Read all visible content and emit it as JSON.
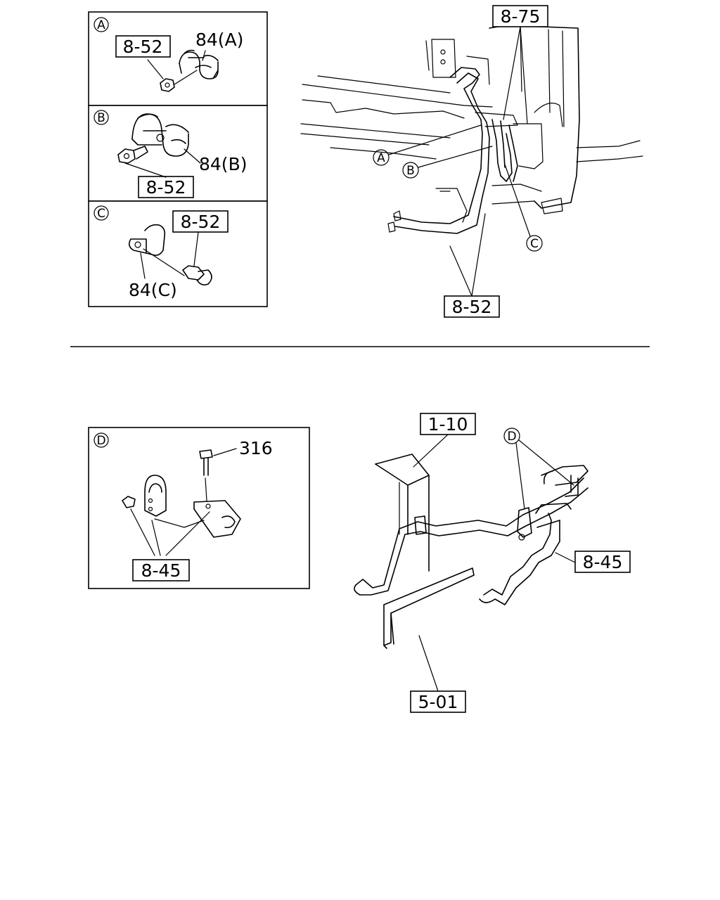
{
  "top": {
    "inset_a": {
      "letter": "A",
      "ref": "8-52",
      "part": "84(A)"
    },
    "inset_b": {
      "letter": "B",
      "ref": "8-52",
      "part": "84(B)"
    },
    "inset_c": {
      "letter": "C",
      "ref": "8-52",
      "part": "84(C)"
    },
    "main": {
      "ref_top": "8-75",
      "ref_bottom": "8-52",
      "call_a": "A",
      "call_b": "B",
      "call_c": "C"
    }
  },
  "bottom": {
    "inset_d": {
      "letter": "D",
      "part": "316",
      "ref": "8-45"
    },
    "main": {
      "ref_top": "1-10",
      "ref_right": "8-45",
      "ref_bottom": "5-01",
      "call_d": "D"
    }
  }
}
